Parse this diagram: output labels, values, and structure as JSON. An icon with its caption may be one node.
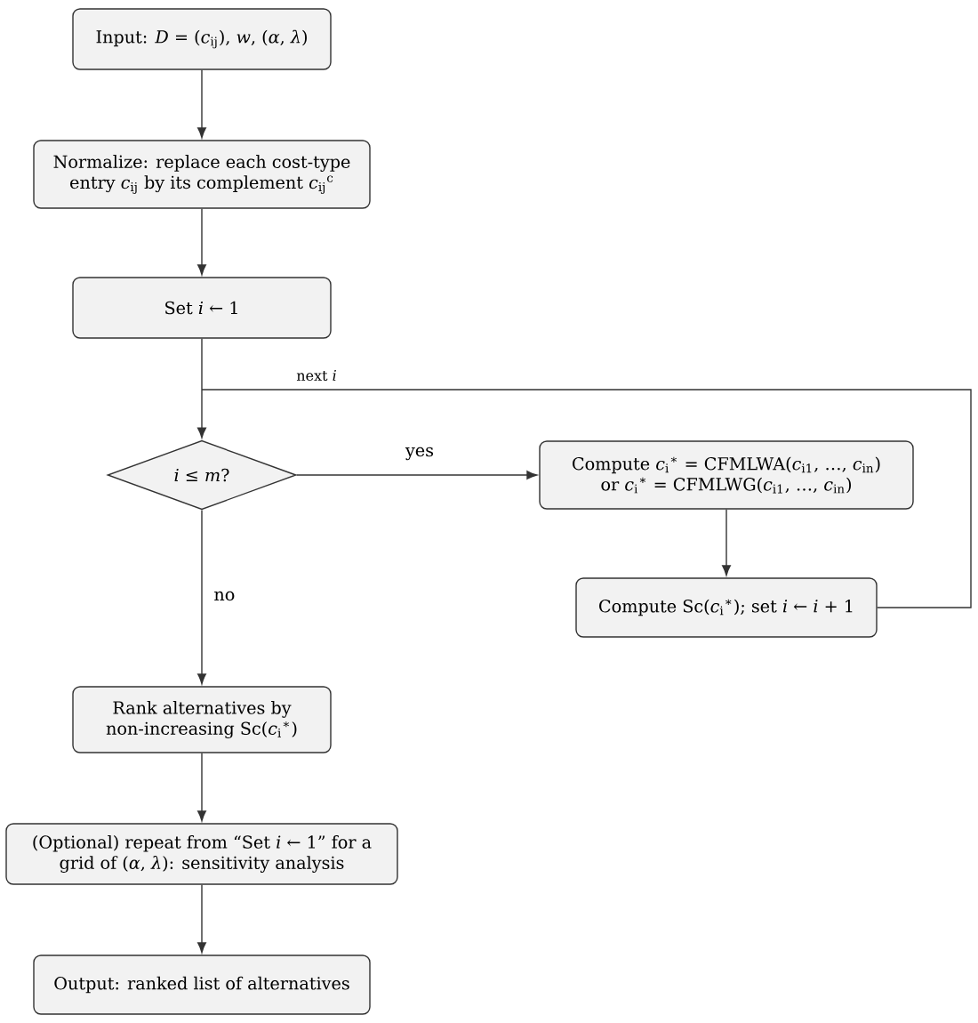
{
  "diagram": {
    "nodes": [
      {
        "text": [
          "Input: *D* = (*c*$_{ij}$), *w*, (*α*, *λ*)"
        ]
      },
      {
        "text": [
          "Normalize: replace each cost-type entry *c*$_{ij}$ by its complement *c*$_{ij}$$^{c}$"
        ]
      },
      {
        "text": [
          "Set *i* ← 1"
        ]
      },
      {
        "text": [
          "*i* ≤ *m*?"
        ]
      },
      {
        "text": [
          "Compute *c*$_{i}$$^{∗}$ = CFMLWA(*c*$_{i1}$, …, *c*$_{in}$) or *c*$_{i}$$^{∗}$ = CFMLWG(*c*$_{i1}$, …, *c*$_{in}$)"
        ]
      },
      {
        "text": [
          "Compute Sc(*c*$_{i}$$^{∗}$); set *i* ← *i* + 1"
        ]
      },
      {
        "text": [
          "Rank alternatives by non-increasing Sc(*c*$_{i}$$^{∗}$)"
        ]
      },
      {
        "text": [
          "(Optional) repeat from “Set *i* ← 1” for a grid of (*α*, *λ*): sensitivity analysis"
        ]
      },
      {
        "text": [
          "Output: ranked list of alternatives"
        ]
      }
    ],
    "edges": [
      {
        "from": 0,
        "to": 1,
        "arrow": "to"
      },
      {
        "from": 1,
        "to": 2,
        "arrow": "to"
      },
      {
        "from": 2,
        "to": 3,
        "arrow": "to"
      },
      {
        "from": 3,
        "to": 4,
        "arrow": "to",
        "label": "yes"
      },
      {
        "from": 4,
        "to": 5,
        "arrow": "to"
      },
      {
        "from": 5,
        "to": 3,
        "arrow": "to",
        "label": "next *i*"
      },
      {
        "from": 3,
        "to": 6,
        "arrow": "to",
        "label": "no"
      },
      {
        "from": 6,
        "to": 7,
        "arrow": "to"
      },
      {
        "from": 7,
        "to": 8,
        "arrow": "to"
      }
    ]
  }
}
